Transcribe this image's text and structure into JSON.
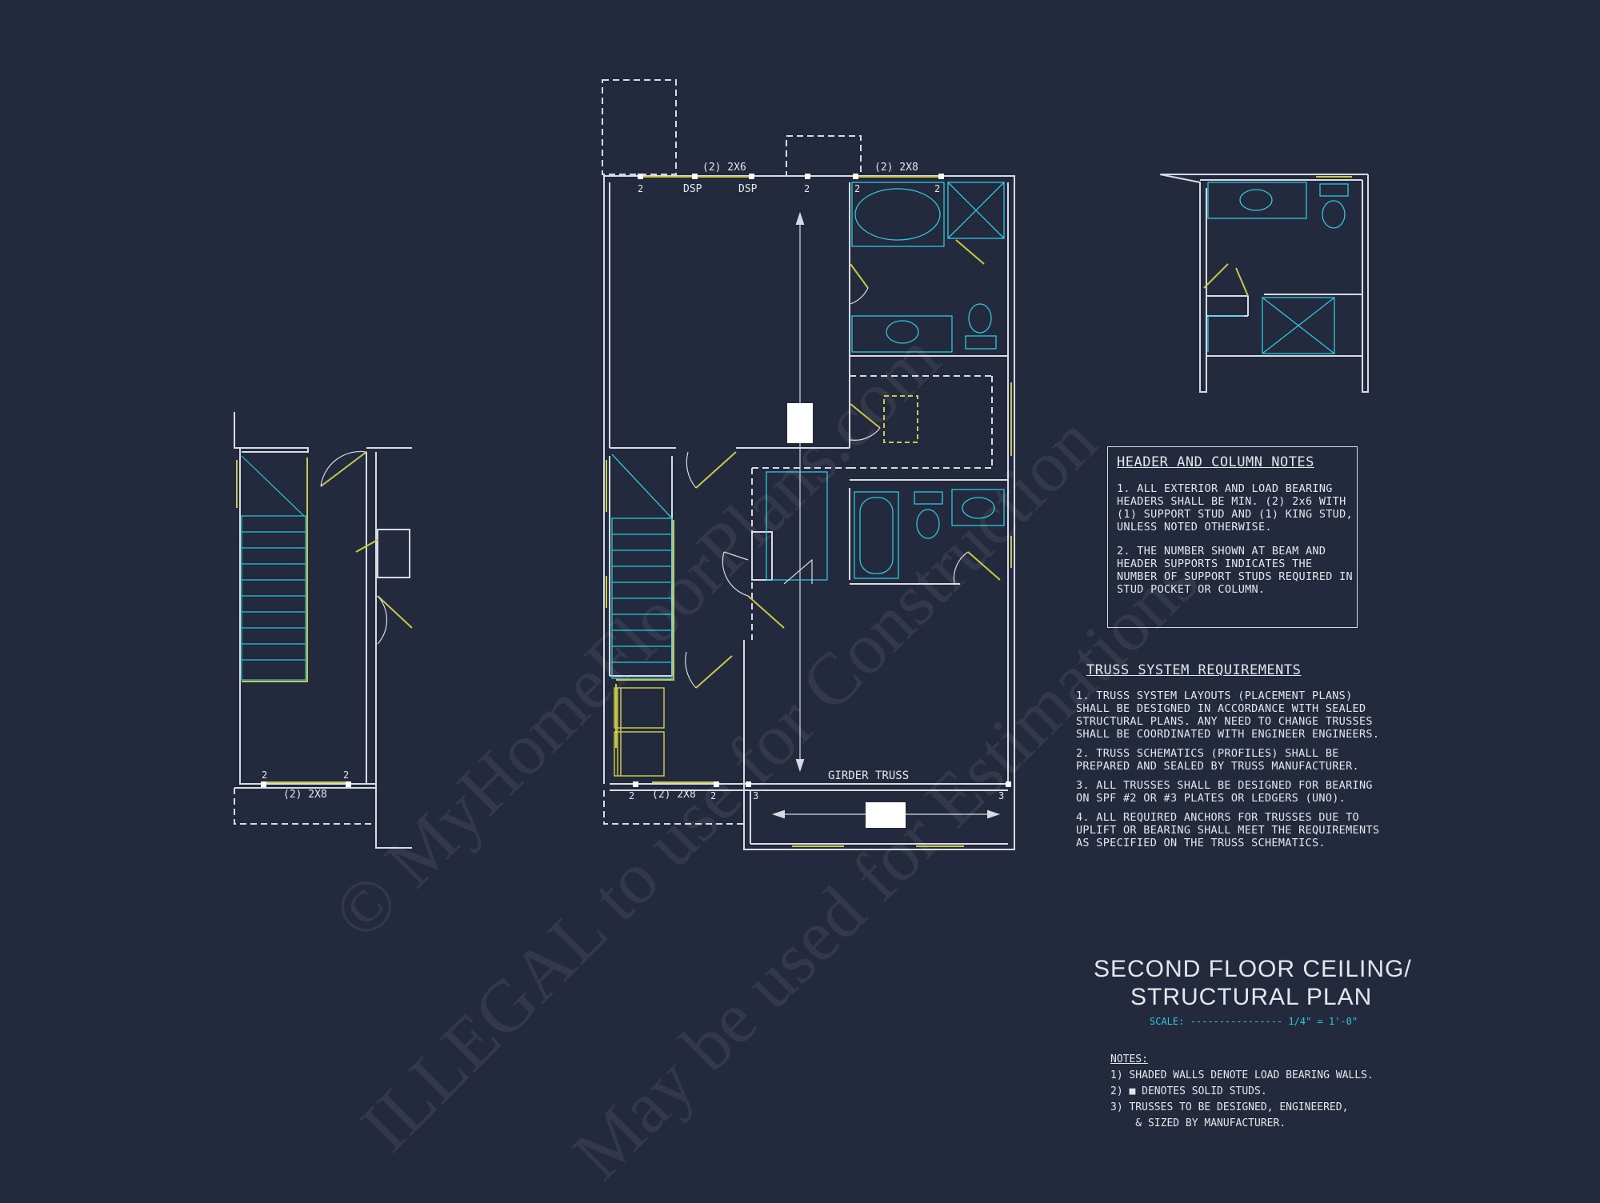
{
  "plan_labels": {
    "top_header_left": "(2) 2x6",
    "top_header_right": "(2) 2x8",
    "dsp_1": "DSP",
    "dsp_2": "DSP",
    "stud_2": "2",
    "stud_3": "3",
    "left_bottom_header": "(2) 2x8",
    "center_bottom_header": "(2) 2x8",
    "girder_truss": "GIRDER TRUSS"
  },
  "header_notes": {
    "title": "HEADER AND COLUMN NOTES",
    "items": [
      "1. ALL EXTERIOR AND LOAD BEARING HEADERS SHALL BE MIN. (2) 2x6 WITH (1) SUPPORT STUD AND (1) KING STUD, UNLESS NOTED OTHERWISE.",
      "2. THE NUMBER SHOWN AT BEAM AND HEADER SUPPORTS INDICATES THE NUMBER OF SUPPORT STUDS REQUIRED IN STUD POCKET OR COLUMN."
    ]
  },
  "truss_notes": {
    "title": "TRUSS SYSTEM REQUIREMENTS",
    "items": [
      "1. TRUSS SYSTEM LAYOUTS (PLACEMENT PLANS) SHALL BE DESIGNED IN ACCORDANCE WITH SEALED STRUCTURAL PLANS. ANY NEED TO CHANGE TRUSSES SHALL BE COORDINATED WITH ENGINEER ENGINEERS.",
      "2. TRUSS SCHEMATICS (PROFILES) SHALL BE PREPARED AND SEALED BY TRUSS MANUFACTURER.",
      "3. ALL TRUSSES SHALL BE DESIGNED FOR BEARING ON SPF #2 OR #3 PLATES OR LEDGERS (UNO).",
      "4. ALL REQUIRED ANCHORS FOR TRUSSES DUE TO UPLIFT OR BEARING SHALL MEET THE REQUIREMENTS AS SPECIFIED ON THE TRUSS SCHEMATICS."
    ]
  },
  "title_block": {
    "line1": "SECOND FLOOR CEILING/",
    "line2": "STRUCTURAL PLAN",
    "scale": "SCALE: ---------------- 1/4\" = 1'-0\""
  },
  "notes": {
    "heading": "NOTES:",
    "items": [
      "1) SHADED WALLS DENOTE LOAD BEARING WALLS.",
      "2) ■ DENOTES SOLID STUDS.",
      "3) TRUSSES TO BE DESIGNED, ENGINEERED,",
      "    & SIZED BY MANUFACTURER."
    ]
  },
  "watermark": {
    "line1": "© MyHomeFloorPlans.com",
    "line2": "ILLEGAL to use for Construction",
    "line3": "May be used for Estimations"
  },
  "colors": {
    "background": "#242a3d",
    "linework": "#d8dbe3",
    "fixtures": "#2fc8dc",
    "load_bearing": "#c9c84a"
  }
}
